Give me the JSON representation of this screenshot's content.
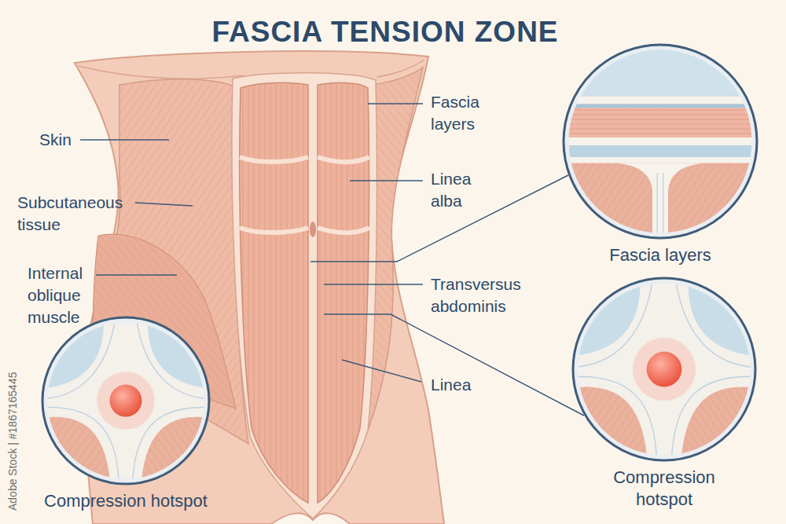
{
  "diagram": {
    "title": "FASCIA TENSION ZONE",
    "nodes": [
      {
        "text": [
          "Fascia layers"
        ]
      },
      {
        "text": [
          "Compression hotspot"
        ]
      },
      {
        "text": [
          "Compression hotspot"
        ]
      }
    ],
    "labels": [
      "Skin",
      "Subcutaneous tissue",
      "Internal oblique muscle",
      "Fascia layers",
      "Linea alba",
      "Transversus abdominis",
      "Linea",
      "Adobe Stock | #1867165445"
    ]
  }
}
